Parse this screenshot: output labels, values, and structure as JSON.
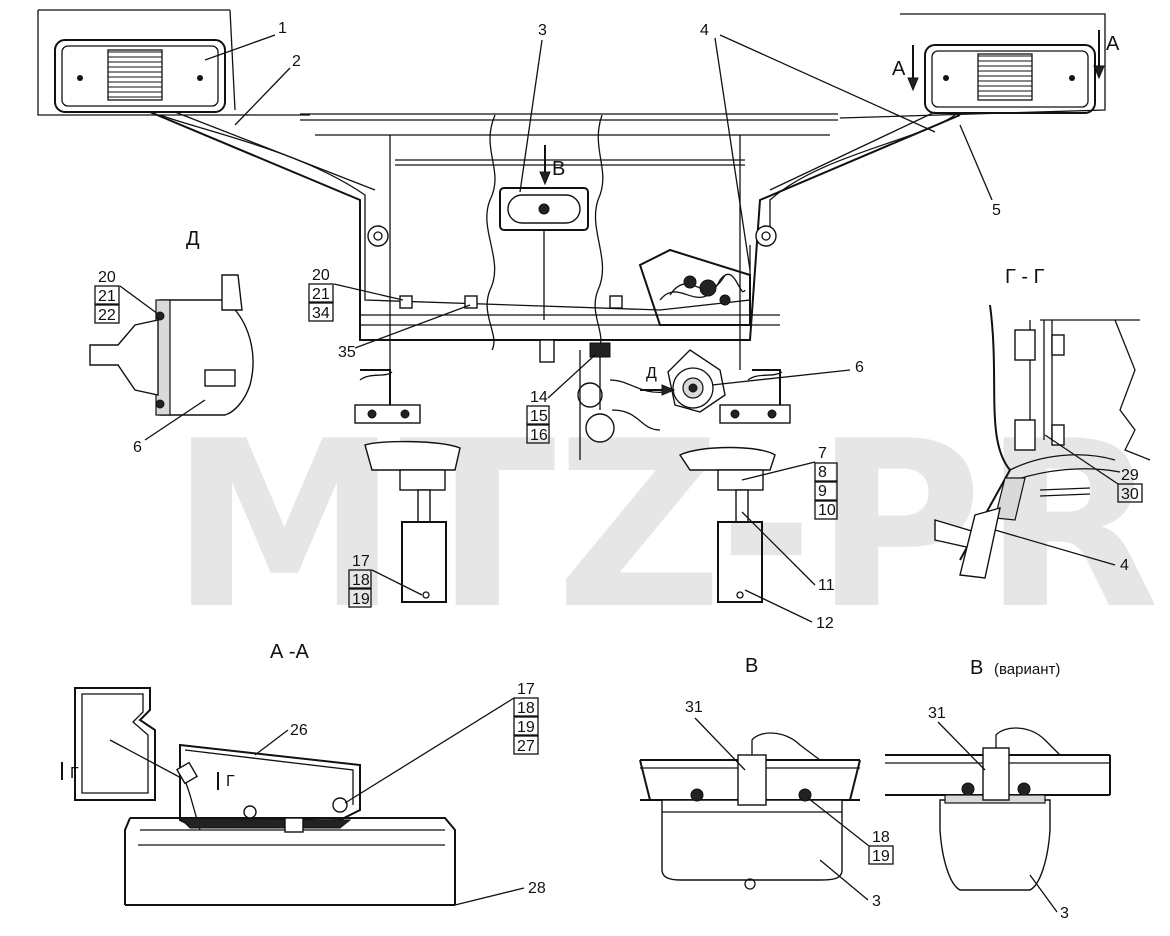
{
  "watermark": "MTZ-PRO",
  "views": {
    "d": "Д",
    "gg": "Г - Г",
    "aa": "А -А",
    "v": "В",
    "v_variant": "В",
    "v_variant_note": "(вариант)"
  },
  "section_marks": {
    "a_left": "А",
    "a_right": "А",
    "v_arrow": "В",
    "d_arrow": "Д",
    "g_left": "Г",
    "g_right": "Г"
  },
  "callouts": {
    "c1": "1",
    "c2": "2",
    "c3": "3",
    "c4": "4",
    "c5": "5",
    "c6_main": "6",
    "c6_d": "6",
    "c7": "7",
    "c8": "8",
    "c9": "9",
    "c10": "10",
    "c11": "11",
    "c12": "12",
    "c14": "14",
    "c15": "15",
    "c16": "16",
    "c17_main": "17",
    "c18_main": "18",
    "c19_main": "19",
    "c20_d": "20",
    "c21_d": "21",
    "c22_d": "22",
    "c20_main": "20",
    "c21_main": "21",
    "c34": "34",
    "c35": "35",
    "c29": "29",
    "c30": "30",
    "c4_gg": "4",
    "c17_aa": "17",
    "c18_aa": "18",
    "c19_aa": "19",
    "c27_aa": "27",
    "c26": "26",
    "c28": "28",
    "c31_v": "31",
    "c18_v": "18",
    "c19_v": "19",
    "c3_v": "3",
    "c31_var": "31",
    "c3_var": "3"
  }
}
